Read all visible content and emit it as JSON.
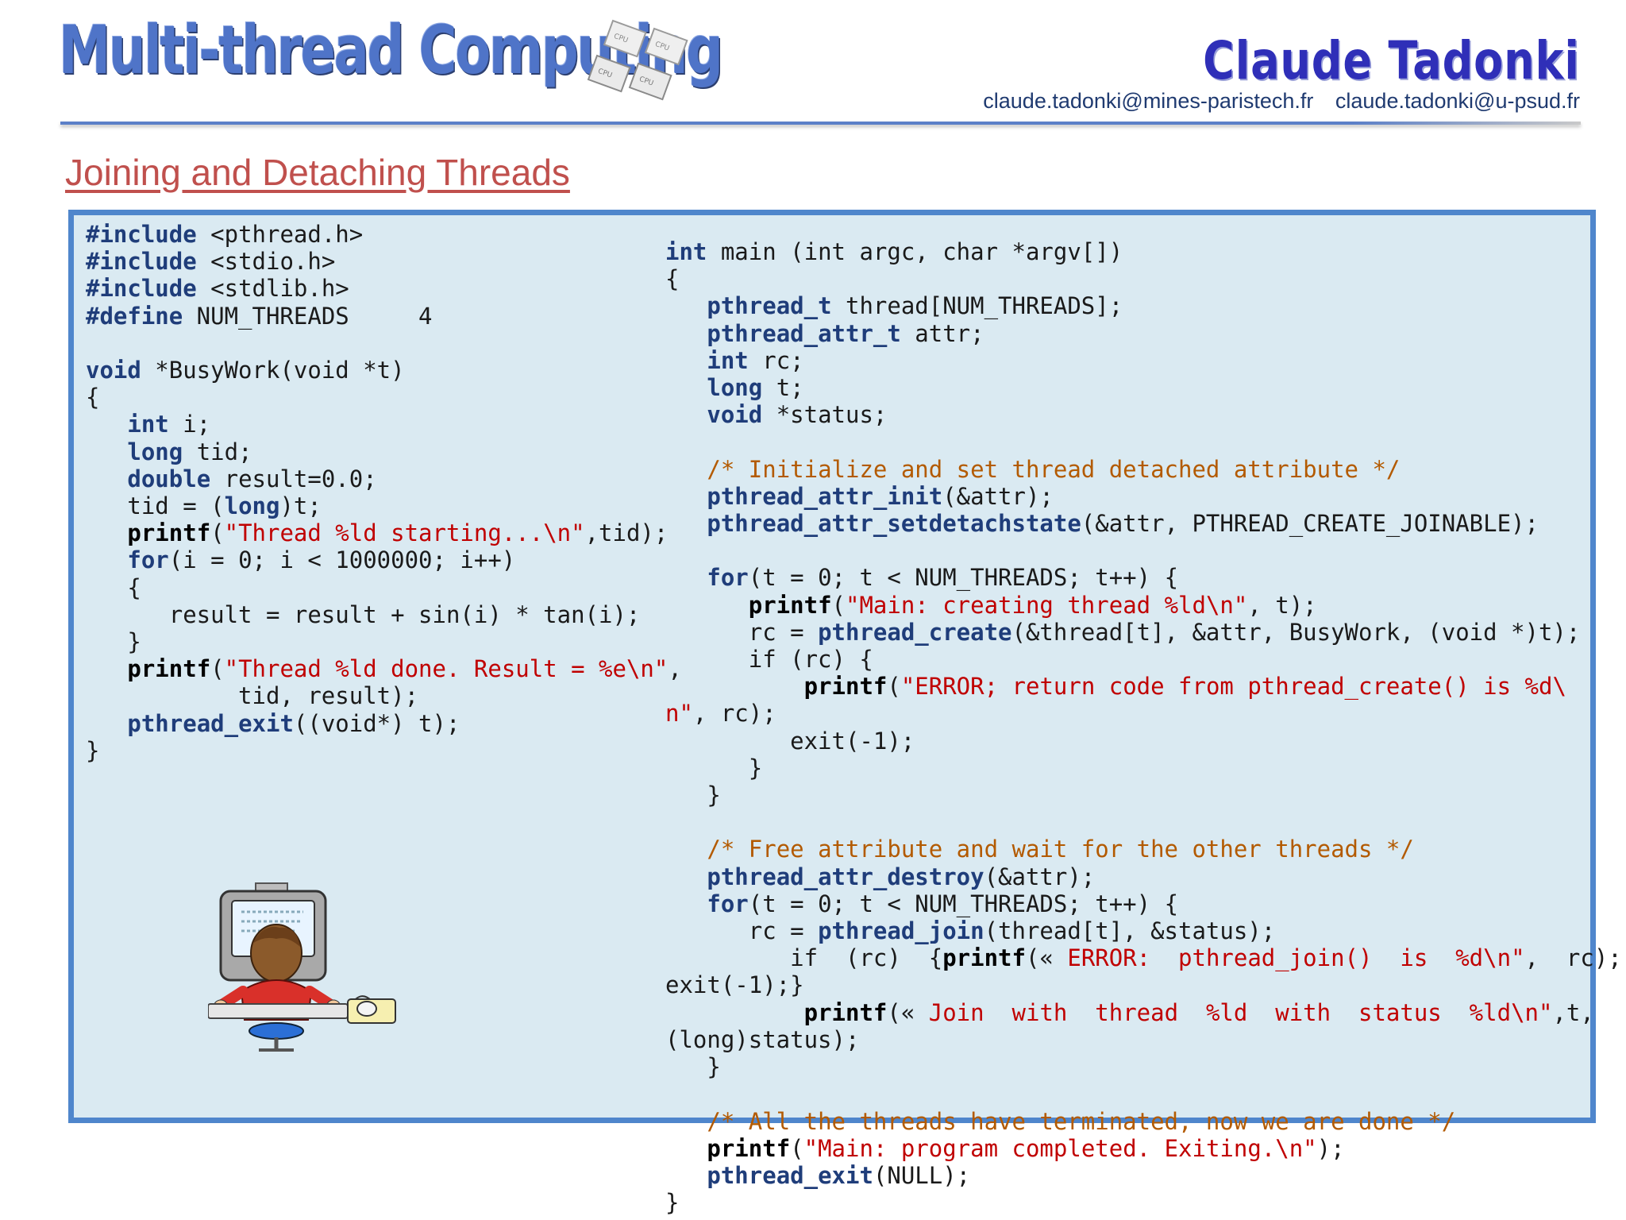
{
  "header": {
    "title": "Multi-thread Computing",
    "author": "Claude  Tadonki",
    "email_1": "claude.tadonki@mines-paristech.fr",
    "email_2": "claude.tadonki@u-psud.fr",
    "chip_label": "CPU"
  },
  "slide": {
    "heading": "Joining and Detaching Threads"
  },
  "code_left": [
    [
      [
        "k",
        "#include"
      ],
      [
        "t",
        " <pthread.h>"
      ]
    ],
    [
      [
        "k",
        "#include"
      ],
      [
        "t",
        " <stdio.h>"
      ]
    ],
    [
      [
        "k",
        "#include"
      ],
      [
        "t",
        " <stdlib.h>"
      ]
    ],
    [
      [
        "k",
        "#define"
      ],
      [
        "t",
        " NUM_THREADS     4"
      ]
    ],
    [],
    [
      [
        "k",
        "void"
      ],
      [
        "t",
        " *BusyWork(void *t)"
      ]
    ],
    [
      [
        "t",
        "{"
      ]
    ],
    [
      [
        "t",
        "   "
      ],
      [
        "k",
        "int"
      ],
      [
        "t",
        " i;"
      ]
    ],
    [
      [
        "t",
        "   "
      ],
      [
        "k",
        "long"
      ],
      [
        "t",
        " tid;"
      ]
    ],
    [
      [
        "t",
        "   "
      ],
      [
        "k",
        "double"
      ],
      [
        "t",
        " result=0.0;"
      ]
    ],
    [
      [
        "t",
        "   tid = ("
      ],
      [
        "k",
        "long"
      ],
      [
        "t",
        ")t;"
      ]
    ],
    [
      [
        "t",
        "   "
      ],
      [
        "f",
        "printf"
      ],
      [
        "t",
        "("
      ],
      [
        "s",
        "\"Thread %ld starting...\\n\""
      ],
      [
        "t",
        ",tid);"
      ]
    ],
    [
      [
        "t",
        "   "
      ],
      [
        "k",
        "for"
      ],
      [
        "t",
        "(i = 0; i < 1000000; i++)"
      ]
    ],
    [
      [
        "t",
        "   {"
      ]
    ],
    [
      [
        "t",
        "      result = result + sin(i) * tan(i);"
      ]
    ],
    [
      [
        "t",
        "   }"
      ]
    ],
    [
      [
        "t",
        "   "
      ],
      [
        "f",
        "printf"
      ],
      [
        "t",
        "("
      ],
      [
        "s",
        "\"Thread %ld done. Result = %e\\n\""
      ],
      [
        "t",
        ","
      ]
    ],
    [
      [
        "t",
        "           tid, result);"
      ]
    ],
    [
      [
        "t",
        "   "
      ],
      [
        "k",
        "pthread_exit"
      ],
      [
        "t",
        "((void*) t);"
      ]
    ],
    [
      [
        "t",
        "}"
      ]
    ]
  ],
  "code_right": [
    [
      [
        "k",
        "int"
      ],
      [
        "t",
        " main (int argc, char *argv[])"
      ]
    ],
    [
      [
        "t",
        "{"
      ]
    ],
    [
      [
        "t",
        "   "
      ],
      [
        "k",
        "pthread_t"
      ],
      [
        "t",
        " thread[NUM_THREADS];"
      ]
    ],
    [
      [
        "t",
        "   "
      ],
      [
        "k",
        "pthread_attr_t"
      ],
      [
        "t",
        " attr;"
      ]
    ],
    [
      [
        "t",
        "   "
      ],
      [
        "k",
        "int"
      ],
      [
        "t",
        " rc;"
      ]
    ],
    [
      [
        "t",
        "   "
      ],
      [
        "k",
        "long"
      ],
      [
        "t",
        " t;"
      ]
    ],
    [
      [
        "t",
        "   "
      ],
      [
        "k",
        "void"
      ],
      [
        "t",
        " *status;"
      ]
    ],
    [],
    [
      [
        "t",
        "   "
      ],
      [
        "c",
        "/* Initialize and set thread detached attribute */"
      ]
    ],
    [
      [
        "t",
        "   "
      ],
      [
        "k",
        "pthread_attr_init"
      ],
      [
        "t",
        "(&attr);"
      ]
    ],
    [
      [
        "t",
        "   "
      ],
      [
        "k",
        "pthread_attr_setdetachstate"
      ],
      [
        "t",
        "(&attr, PTHREAD_CREATE_JOINABLE);"
      ]
    ],
    [],
    [
      [
        "t",
        "   "
      ],
      [
        "k",
        "for"
      ],
      [
        "t",
        "(t = 0; t < NUM_THREADS; t++) {"
      ]
    ],
    [
      [
        "t",
        "      "
      ],
      [
        "f",
        "printf"
      ],
      [
        "t",
        "("
      ],
      [
        "s",
        "\"Main: creating thread %ld\\n\""
      ],
      [
        "t",
        ", t);"
      ]
    ],
    [
      [
        "t",
        "      rc = "
      ],
      [
        "k",
        "pthread_create"
      ],
      [
        "t",
        "(&thread[t], &attr, BusyWork, (void *)t);"
      ]
    ],
    [
      [
        "t",
        "      if (rc) {"
      ]
    ],
    [
      [
        "t",
        "          "
      ],
      [
        "f",
        "printf"
      ],
      [
        "t",
        "("
      ],
      [
        "s",
        "\"ERROR; return code from pthread_create() is %d\\"
      ]
    ],
    [
      [
        "s",
        "n\""
      ],
      [
        "t",
        ", rc);"
      ]
    ],
    [
      [
        "t",
        "         exit(-1);"
      ]
    ],
    [
      [
        "t",
        "      }"
      ]
    ],
    [
      [
        "t",
        "   }"
      ]
    ],
    [],
    [
      [
        "t",
        "   "
      ],
      [
        "c",
        "/* Free attribute and wait for the other threads */"
      ]
    ],
    [
      [
        "t",
        "   "
      ],
      [
        "k",
        "pthread_attr_destroy"
      ],
      [
        "t",
        "(&attr);"
      ]
    ],
    [
      [
        "t",
        "   "
      ],
      [
        "k",
        "for"
      ],
      [
        "t",
        "(t = 0; t < NUM_THREADS; t++) {"
      ]
    ],
    [
      [
        "t",
        "      rc = "
      ],
      [
        "k",
        "pthread_join"
      ],
      [
        "t",
        "(thread[t], &status);"
      ]
    ],
    [
      [
        "t",
        "         if  (rc)  {"
      ],
      [
        "f",
        "printf"
      ],
      [
        "t",
        "(« "
      ],
      [
        "s",
        "ERROR:  pthread_join()  is  %d\\n\""
      ],
      [
        "t",
        ",  rc);"
      ]
    ],
    [
      [
        "t",
        "exit(-1);}"
      ]
    ],
    [
      [
        "t",
        "          "
      ],
      [
        "f",
        "printf"
      ],
      [
        "t",
        "(« "
      ],
      [
        "s",
        "Join  with  thread  %ld  with  status  %ld\\n\""
      ],
      [
        "t",
        ",t,"
      ]
    ],
    [
      [
        "t",
        "(long)status);"
      ]
    ],
    [
      [
        "t",
        "   }"
      ]
    ],
    [],
    [
      [
        "t",
        "   "
      ],
      [
        "c",
        "/* All the threads have terminated, now we are done */"
      ]
    ],
    [
      [
        "t",
        "   "
      ],
      [
        "f",
        "printf"
      ],
      [
        "t",
        "("
      ],
      [
        "s",
        "\"Main: program completed. Exiting.\\n\""
      ],
      [
        "t",
        ");"
      ]
    ],
    [
      [
        "t",
        "   "
      ],
      [
        "k",
        "pthread_exit"
      ],
      [
        "t",
        "(NULL);"
      ]
    ],
    [
      [
        "t",
        "}"
      ]
    ]
  ]
}
